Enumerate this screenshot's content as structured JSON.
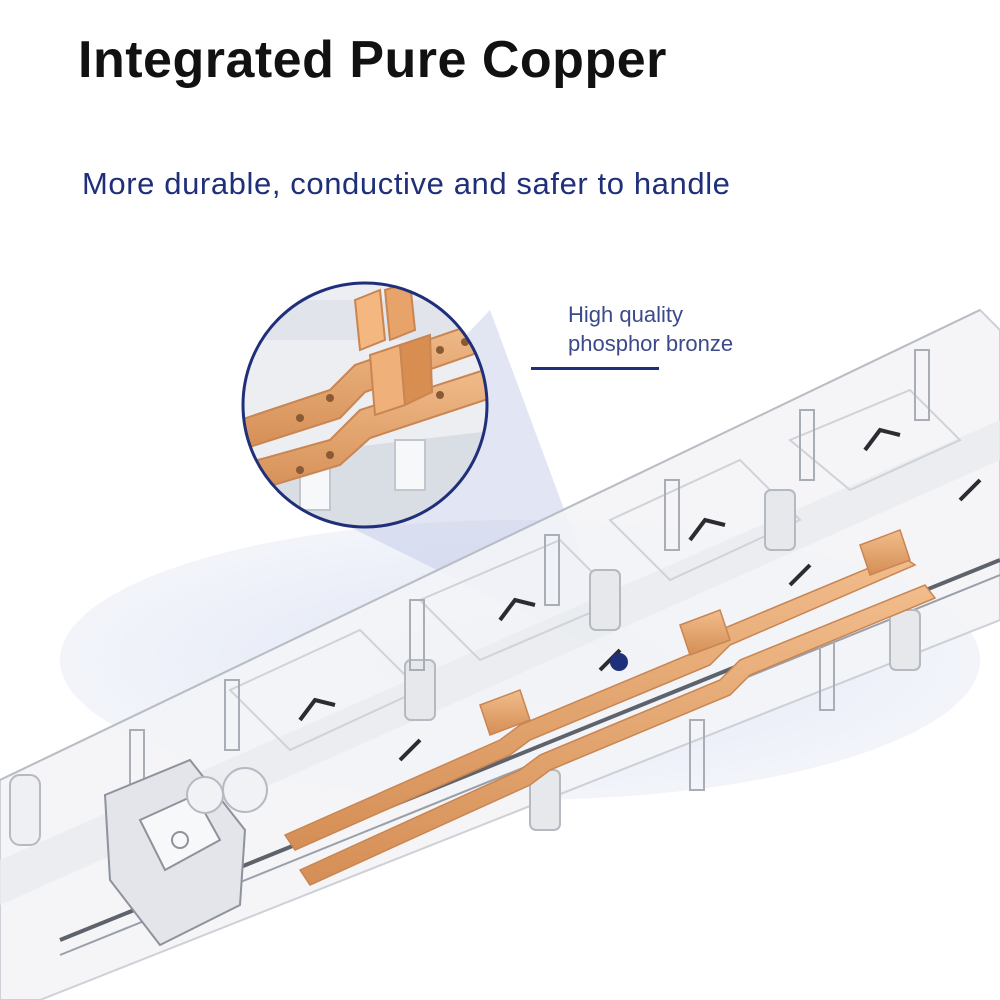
{
  "heading": {
    "title": "Integrated Pure Copper",
    "subtitle": "More durable, conductive and safer to handle"
  },
  "callout": {
    "line1": "High quality",
    "line2": "phosphor bronze"
  },
  "product_image": {
    "icon": "power-strip-cutaway-image",
    "magnifier": "magnifier-circle"
  },
  "colors": {
    "title": "#111111",
    "subtitle": "#1f2f7a",
    "accent": "#1f2f7a",
    "copper": "#e0a070",
    "halo": "#e6eaf6"
  }
}
